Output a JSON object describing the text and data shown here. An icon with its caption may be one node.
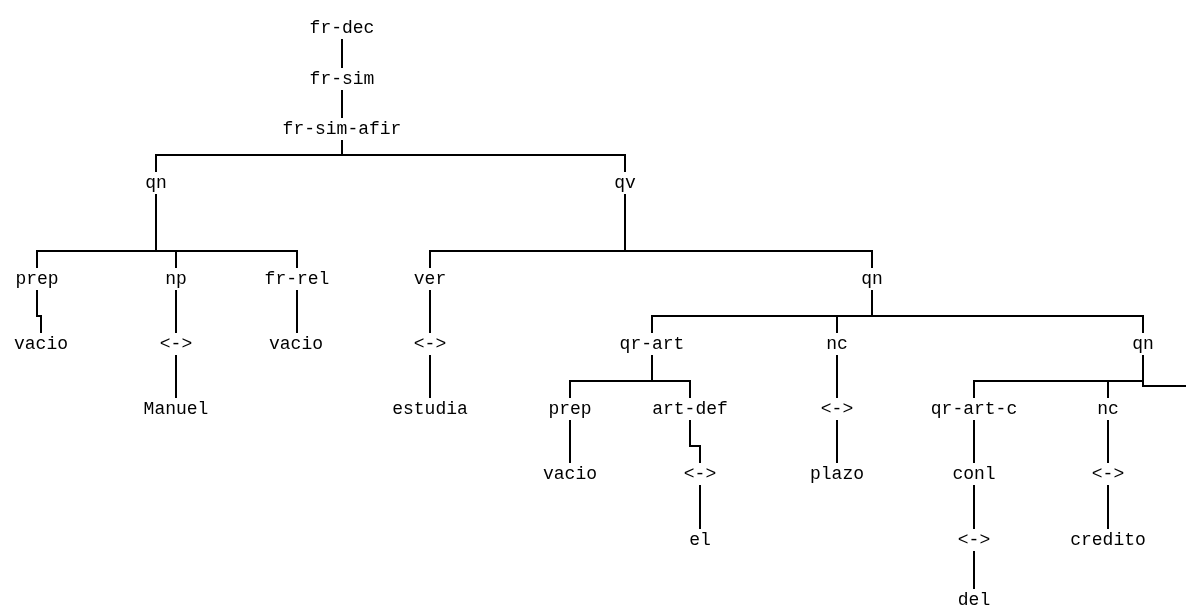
{
  "diagram": {
    "nodes": [
      {
        "text": [
          "fr-dec"
        ]
      },
      {
        "text": [
          "fr-sim"
        ]
      },
      {
        "text": [
          "fr-sim-afir"
        ]
      },
      {
        "text": [
          "qn"
        ]
      },
      {
        "text": [
          "qv"
        ]
      },
      {
        "text": [
          "prep"
        ]
      },
      {
        "text": [
          "np"
        ]
      },
      {
        "text": [
          "fr-rel"
        ]
      },
      {
        "text": [
          "vacio"
        ]
      },
      {
        "text": [
          "<->"
        ]
      },
      {
        "text": [
          "vacio"
        ]
      },
      {
        "text": [
          "Manuel"
        ]
      },
      {
        "text": [
          "ver"
        ]
      },
      {
        "text": [
          "<->"
        ]
      },
      {
        "text": [
          "estudia"
        ]
      },
      {
        "text": [
          "qn"
        ]
      },
      {
        "text": [
          "qr-art"
        ]
      },
      {
        "text": [
          "nc"
        ]
      },
      {
        "text": [
          "qn"
        ]
      },
      {
        "text": [
          "prep"
        ]
      },
      {
        "text": [
          "art-def"
        ]
      },
      {
        "text": [
          "vacio"
        ]
      },
      {
        "text": [
          "<->"
        ]
      },
      {
        "text": [
          "el"
        ]
      },
      {
        "text": [
          "<->"
        ]
      },
      {
        "text": [
          "plazo"
        ]
      },
      {
        "text": [
          "qr-art-c"
        ]
      },
      {
        "text": [
          "nc"
        ]
      },
      {
        "text": [
          "conl"
        ]
      },
      {
        "text": [
          "<->"
        ]
      },
      {
        "text": [
          "<->"
        ]
      },
      {
        "text": [
          "credito"
        ]
      },
      {
        "text": [
          "del"
        ]
      }
    ],
    "edges": [
      {
        "from": 0,
        "to": 1,
        "arrow": "none"
      },
      {
        "from": 1,
        "to": 2,
        "arrow": "none"
      },
      {
        "from": 2,
        "to": 3,
        "arrow": "none"
      },
      {
        "from": 2,
        "to": 4,
        "arrow": "none"
      },
      {
        "from": 3,
        "to": 5,
        "arrow": "none"
      },
      {
        "from": 3,
        "to": 6,
        "arrow": "none"
      },
      {
        "from": 3,
        "to": 7,
        "arrow": "none"
      },
      {
        "from": 5,
        "to": 8,
        "arrow": "none"
      },
      {
        "from": 6,
        "to": 9,
        "arrow": "none"
      },
      {
        "from": 7,
        "to": 10,
        "arrow": "none"
      },
      {
        "from": 9,
        "to": 11,
        "arrow": "none"
      },
      {
        "from": 4,
        "to": 12,
        "arrow": "none"
      },
      {
        "from": 4,
        "to": 15,
        "arrow": "none"
      },
      {
        "from": 12,
        "to": 13,
        "arrow": "none"
      },
      {
        "from": 13,
        "to": 14,
        "arrow": "none"
      },
      {
        "from": 15,
        "to": 16,
        "arrow": "none"
      },
      {
        "from": 15,
        "to": 17,
        "arrow": "none"
      },
      {
        "from": 15,
        "to": 18,
        "arrow": "none"
      },
      {
        "from": 16,
        "to": 19,
        "arrow": "none"
      },
      {
        "from": 16,
        "to": 20,
        "arrow": "none"
      },
      {
        "from": 19,
        "to": 21,
        "arrow": "none"
      },
      {
        "from": 20,
        "to": 22,
        "arrow": "none"
      },
      {
        "from": 22,
        "to": 23,
        "arrow": "none"
      },
      {
        "from": 17,
        "to": 24,
        "arrow": "none"
      },
      {
        "from": 24,
        "to": 25,
        "arrow": "none"
      },
      {
        "from": 18,
        "to": 26,
        "arrow": "none"
      },
      {
        "from": 18,
        "to": 27,
        "arrow": "none"
      },
      {
        "from": 18,
        "to": null,
        "arrow": "none"
      },
      {
        "from": 26,
        "to": 28,
        "arrow": "none"
      },
      {
        "from": 27,
        "to": 29,
        "arrow": "none"
      },
      {
        "from": 28,
        "to": 30,
        "arrow": "none"
      },
      {
        "from": 29,
        "to": 31,
        "arrow": "none"
      },
      {
        "from": 30,
        "to": 32,
        "arrow": "none"
      }
    ]
  }
}
